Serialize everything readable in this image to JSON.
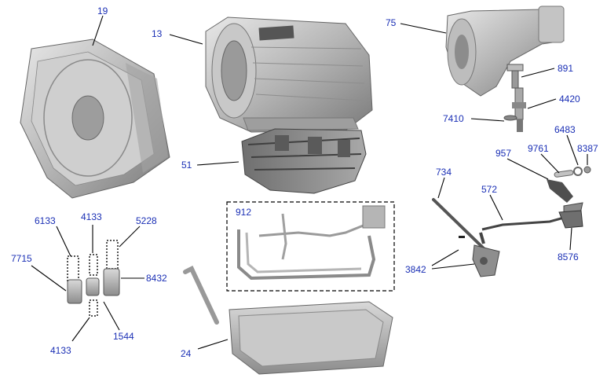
{
  "diagram": {
    "colors": {
      "callout_text": "#1a2fb5",
      "leader": "#000000",
      "metal": "#b9b9b9",
      "metal_dark": "#7d7d7d"
    },
    "parts": [
      {
        "id": "transmission-case",
        "callout": "13"
      },
      {
        "id": "torque-converter-housing",
        "callout": "19"
      },
      {
        "id": "oil-pan",
        "callout": "24"
      },
      {
        "id": "valve-body",
        "callout": "51"
      },
      {
        "id": "extension-housing",
        "callout": "75"
      },
      {
        "id": "oil-tube-assembly",
        "callout": "912"
      },
      {
        "id": "manual-valve-lever",
        "callout": "957"
      },
      {
        "id": "shift-linkage-rod",
        "callout": "572"
      },
      {
        "id": "park-rod",
        "callout": "734"
      },
      {
        "id": "speed-sensor-gear",
        "callout": "891"
      },
      {
        "id": "speed-sensor",
        "callout": "4420"
      },
      {
        "id": "sensor-retainer",
        "callout": "7410"
      },
      {
        "id": "detent-spring",
        "callout": "6483"
      },
      {
        "id": "pin",
        "callout": "8387"
      },
      {
        "id": "lever-shaft",
        "callout": "9761"
      },
      {
        "id": "park-pawl-bracket",
        "callout": "8576"
      },
      {
        "id": "detent-lever-clips",
        "callout": "3842"
      },
      {
        "id": "spring-left",
        "callout": "6133"
      },
      {
        "id": "spring-center-top",
        "callout": "4133"
      },
      {
        "id": "spring-right",
        "callout": "5228"
      },
      {
        "id": "piston-left",
        "callout": "7715"
      },
      {
        "id": "piston-right",
        "callout": "8432"
      },
      {
        "id": "spring-center-bottom",
        "callout": "4133"
      },
      {
        "id": "spring-small",
        "callout": "1544"
      }
    ]
  }
}
